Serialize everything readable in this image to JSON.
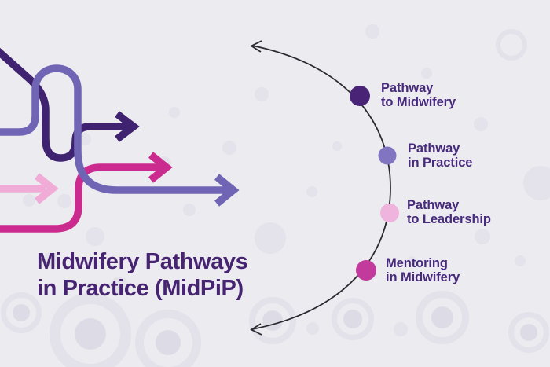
{
  "title": {
    "line1": "Midwifery Pathways",
    "line2": "in Practice (MidPiP)"
  },
  "pathways": [
    {
      "label_line1": "Pathway",
      "label_line2": "to Midwifery",
      "color": "#482376"
    },
    {
      "label_line1": "Pathway",
      "label_line2": "in Practice",
      "color": "#8174c1"
    },
    {
      "label_line1": "Pathway",
      "label_line2": "to Leadership",
      "color": "#efb4dd"
    },
    {
      "label_line1": "Mentoring",
      "label_line2": "in Midwifery",
      "color": "#c13a9c"
    }
  ],
  "colors": {
    "dark_purple": "#3f2270",
    "mid_purple": "#7064b4",
    "magenta": "#cb2a8e",
    "light_pink": "#f0abd7",
    "arc_line": "#2c2a31",
    "title_text": "#472472",
    "label_text": "#472a7c",
    "background": "#ecebef",
    "pattern": "#e4e2ea"
  }
}
